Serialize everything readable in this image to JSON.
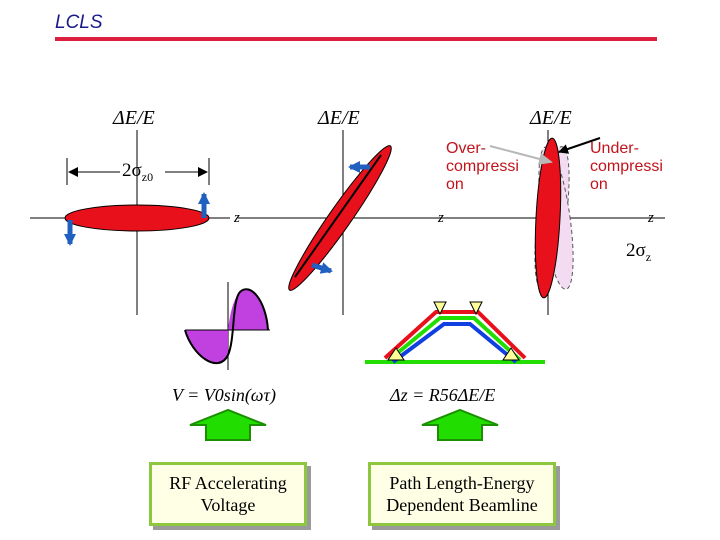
{
  "header": {
    "title": "LCLS"
  },
  "panels": {
    "initial": {
      "ylabel": "ΔE/E",
      "xlabel": "z",
      "width_label": "2σ",
      "width_subscript": "z0"
    },
    "chirped": {
      "ylabel": "ΔE/E",
      "xlabel": "z"
    },
    "compressed": {
      "ylabel": "ΔE/E",
      "xlabel": "z",
      "width_label": "2σ",
      "width_subscript": "z",
      "over_label": "Over-compressi on",
      "under_label": "Under-compressi on"
    }
  },
  "formulas": {
    "rf": "V = V0sin(ωτ)",
    "path": "Δz = R56ΔE/E"
  },
  "boxes": {
    "rf": "RF Accelerating Voltage",
    "beamline": "Path Length-Energy Dependent Beamline"
  },
  "colors": {
    "header_rule": "#dd1f3d",
    "bunch": "#e8101a",
    "arrow": "#2060c0",
    "box_border": "#8dc63f",
    "up_arrow": "#22dd00",
    "sine_fill": "#c040e0"
  }
}
